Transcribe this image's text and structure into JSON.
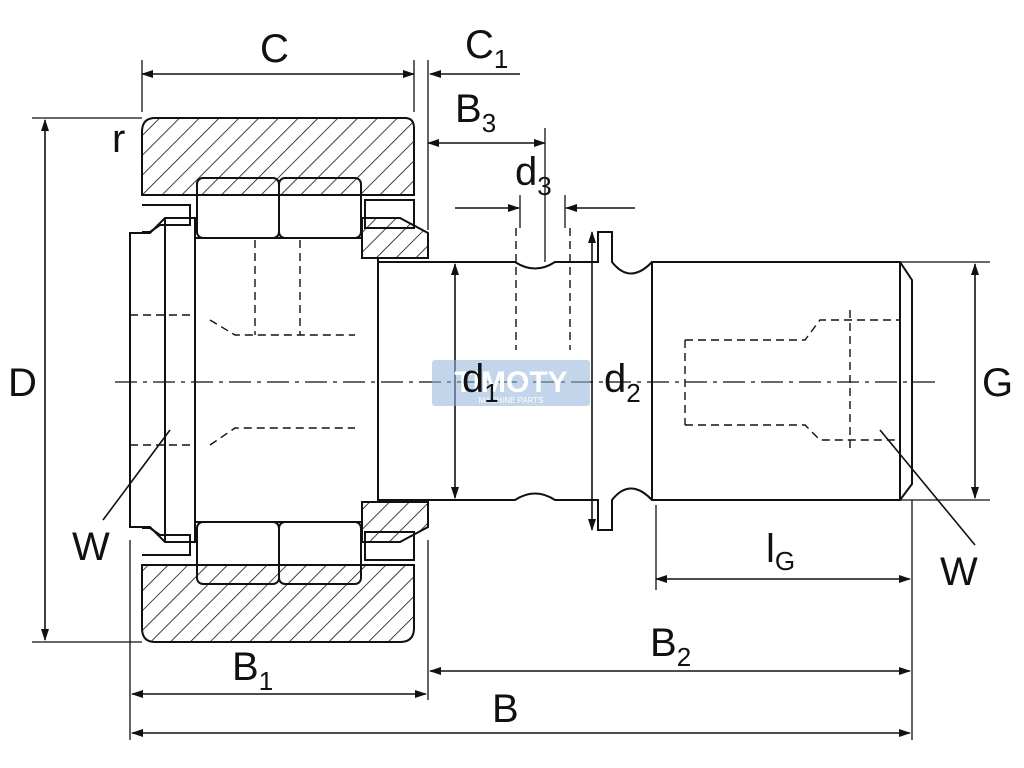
{
  "labels": {
    "C": "C",
    "C1": "C",
    "C1_sub": "1",
    "B3": "B",
    "B3_sub": "3",
    "d3": "d",
    "d3_sub": "3",
    "d1": "d",
    "d1_sub": "1",
    "d2": "d",
    "d2_sub": "2",
    "r": "r",
    "D": "D",
    "G": "G",
    "W_left": "W",
    "W_right": "W",
    "lG": "l",
    "lG_sub": "G",
    "B1": "B",
    "B1_sub": "1",
    "B2": "B",
    "B2_sub": "2",
    "B": "B"
  },
  "watermark": {
    "brand": "TIMOTY",
    "tagline": "MACHINE PARTS",
    "color": "#8fb3d9"
  },
  "colors": {
    "line": "#111111",
    "background": "#ffffff"
  }
}
